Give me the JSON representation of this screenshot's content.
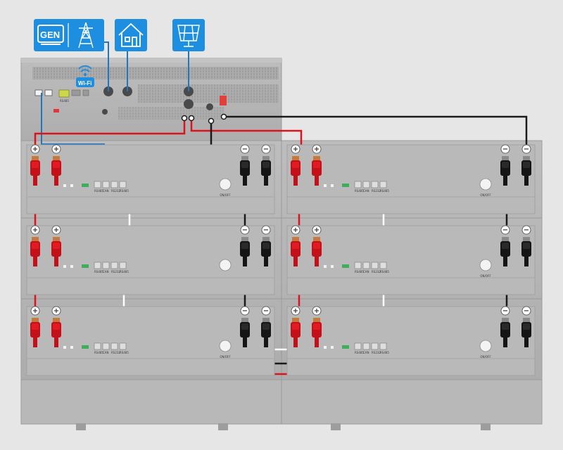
{
  "sources": {
    "generator_label": "GEN"
  },
  "inverter": {
    "rs485_label": "RS485",
    "wifi_label": "Wi-Fi"
  },
  "modules": [
    {
      "id": "L1",
      "switch_label": "ON/OFF"
    },
    {
      "id": "L2",
      "switch_label": ""
    },
    {
      "id": "L3",
      "switch_label": "ON/OFF"
    },
    {
      "id": "R1",
      "switch_label": "ON/OFF"
    },
    {
      "id": "R2",
      "switch_label": "ON/OFF"
    },
    {
      "id": "R3",
      "switch_label": "ON/OFF"
    }
  ],
  "terminal_symbols": {
    "positive": "+",
    "negative": "−"
  },
  "port_labels": [
    "RS485",
    "CAN",
    "RS232",
    "RS485"
  ],
  "colors": {
    "background": "#e6e6e6",
    "cabinet": "#b5b5b5",
    "icon_blue": "#1e8fe0",
    "positive_cable": "#d9141c",
    "negative_cable": "#1a1a1a",
    "comm_cable": "#2176c4",
    "link_cable": "#ffffff"
  },
  "icons": [
    "generator-icon",
    "grid-tower-icon",
    "house-icon",
    "solar-panel-icon",
    "wifi-icon"
  ]
}
